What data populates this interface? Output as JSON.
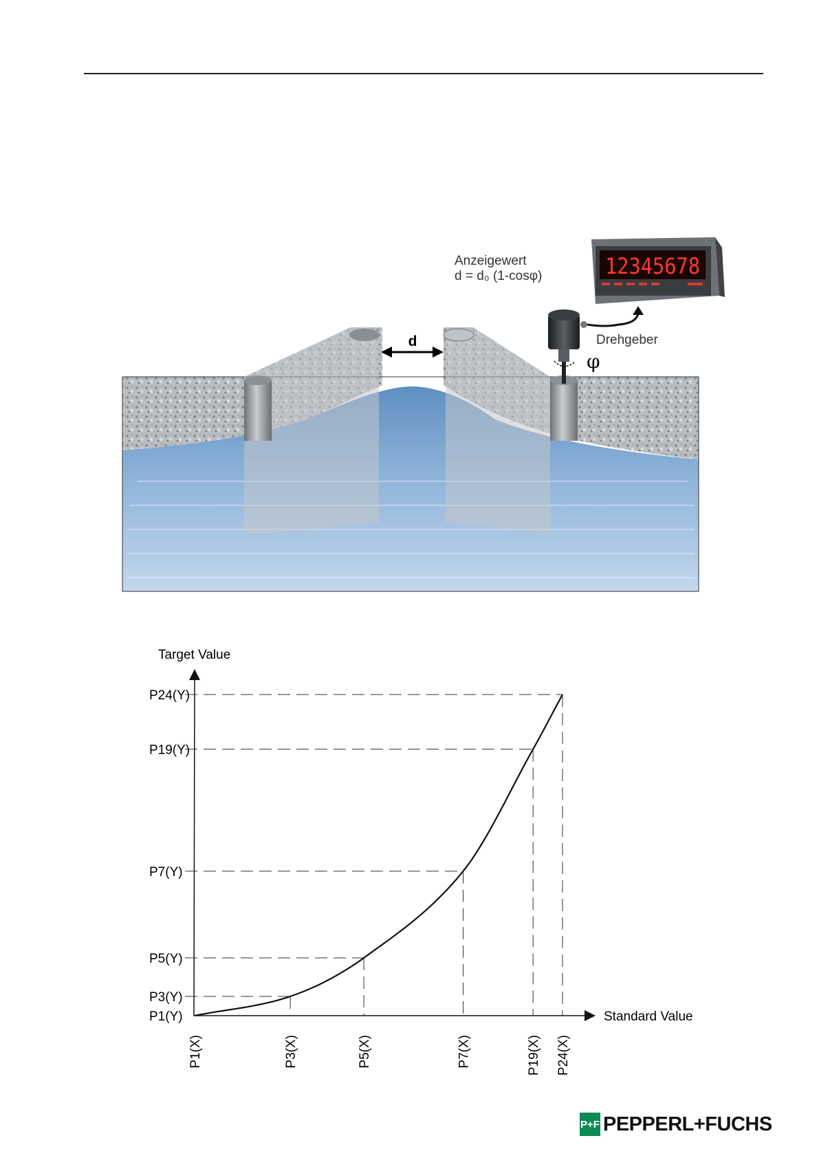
{
  "illustration": {
    "display_label": "Anzeigewert",
    "formula_label": "d  =  d₀ (1-cosφ)",
    "display_digits": "12345678",
    "gap_label": "d",
    "encoder_label": "Drehgeber",
    "angle_symbol": "φ",
    "colors": {
      "water": "#7ea8d0",
      "stone": "#b5b8bc",
      "display_red": "#ff3a2a"
    }
  },
  "chart_data": {
    "type": "line",
    "xlabel": "Standard Value",
    "ylabel": "Target Value",
    "x_ticks": [
      "P1(X)",
      "P3(X)",
      "P5(X)",
      "P7(X)",
      "P19(X)",
      "P24(X)"
    ],
    "y_ticks": [
      "P1(Y)",
      "P3(Y)",
      "P5(Y)",
      "P7(Y)",
      "P19(Y)",
      "P24(Y)"
    ],
    "points": [
      {
        "name": "P1",
        "x": 0,
        "y": 0
      },
      {
        "name": "P3",
        "x": 0.26,
        "y": 0.06
      },
      {
        "name": "P5",
        "x": 0.46,
        "y": 0.18
      },
      {
        "name": "P7",
        "x": 0.73,
        "y": 0.45
      },
      {
        "name": "P19",
        "x": 0.92,
        "y": 0.83
      },
      {
        "name": "P24",
        "x": 1.0,
        "y": 1.0
      }
    ],
    "grid": false,
    "guide_lines": "dashed"
  },
  "brand": {
    "name": "PEPPERL+FUCHS",
    "mark": "P+F",
    "color": "#0d8a55"
  }
}
